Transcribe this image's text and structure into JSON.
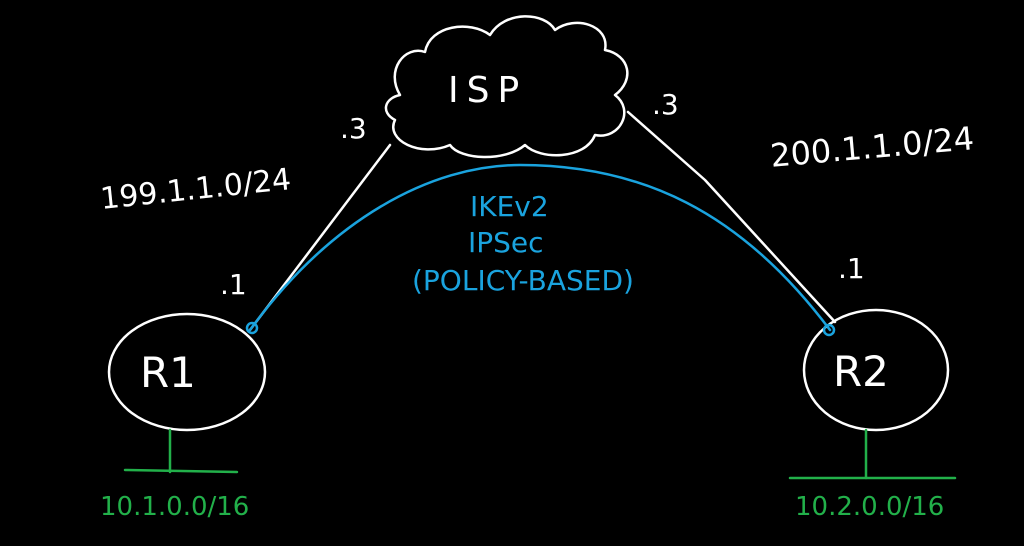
{
  "colors": {
    "ink": "#ffffff",
    "tunnel": "#1aa3de",
    "lan": "#22b04a",
    "background": "#000000"
  },
  "cloud": {
    "label": "ISP",
    "left_addr": ".3",
    "right_addr": ".3"
  },
  "r1": {
    "label": "R1",
    "wan_addr": ".1",
    "wan_subnet": "199.1.1.0/24",
    "lan_subnet": "10.1.0.0/16"
  },
  "r2": {
    "label": "R2",
    "wan_addr": ".1",
    "wan_subnet": "200.1.1.0/24",
    "lan_subnet": "10.2.0.0/16"
  },
  "tunnel": {
    "line1": "IKEv2",
    "line2": "IPSec",
    "line3": "(POLICY-BASED)"
  }
}
